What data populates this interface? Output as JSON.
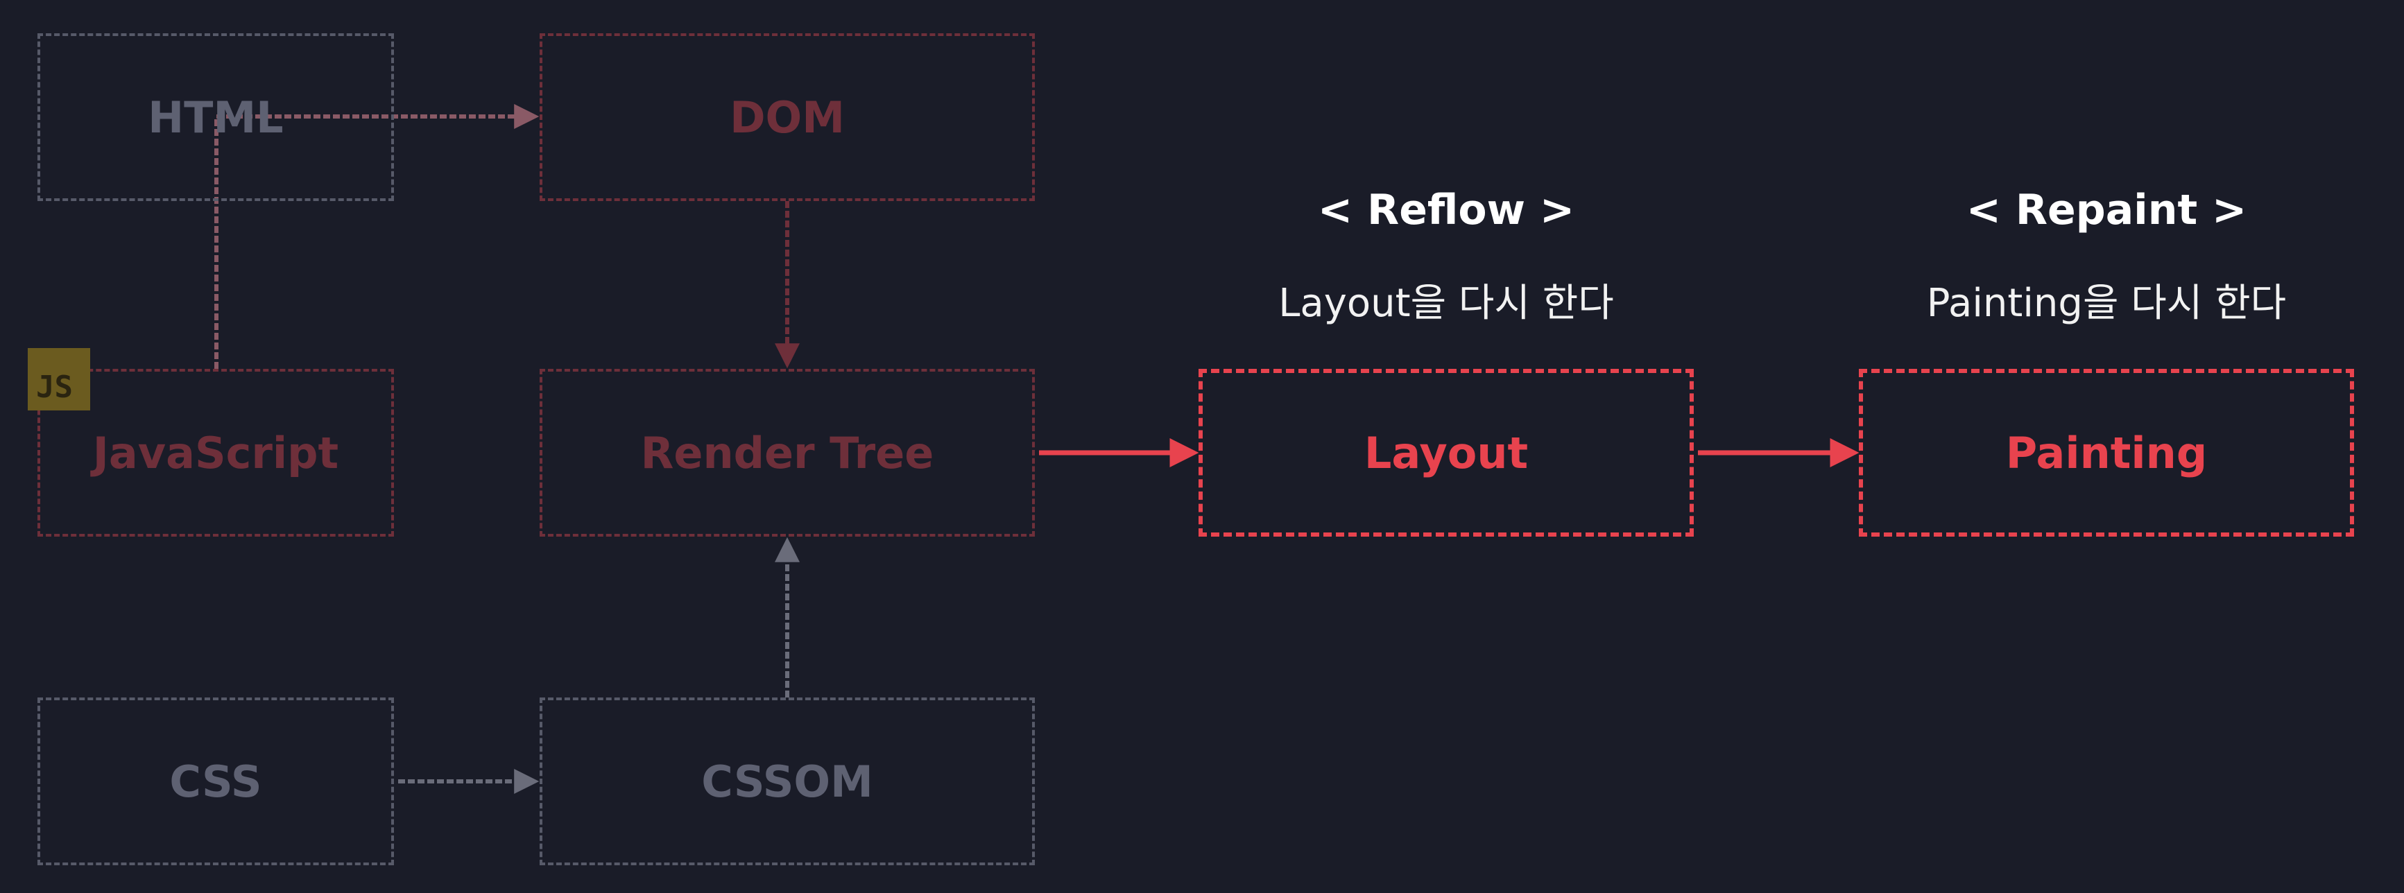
{
  "nodes": {
    "html": "HTML",
    "dom": "DOM",
    "javascript": "JavaScript",
    "render_tree": "Render Tree",
    "css": "CSS",
    "cssom": "CSSOM",
    "layout": "Layout",
    "painting": "Painting"
  },
  "badge": "JS",
  "annotations": {
    "reflow_title": "< Reflow >",
    "reflow_desc": "Layout을 다시 한다",
    "repaint_title": "< Repaint >",
    "repaint_desc": "Painting을 다시 한다"
  },
  "colors": {
    "background": "#1a1c28",
    "active_red": "#e8434e",
    "dim_red": "#6e2f3a",
    "dim_gray": "#575a69",
    "badge": "#6b5b1f"
  }
}
